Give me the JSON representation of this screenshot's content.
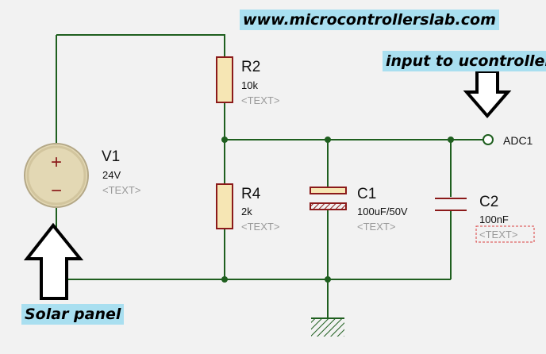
{
  "header": {
    "website": "www.microcontrollerslab.com"
  },
  "annotations": {
    "adc_input": "input to ucontroller",
    "source": "Solar panel"
  },
  "components": {
    "v1": {
      "name": "V1",
      "value": "24V",
      "text": "<TEXT>",
      "plus": "+",
      "minus": "−"
    },
    "r2": {
      "name": "R2",
      "value": "10k",
      "text": "<TEXT>"
    },
    "r4": {
      "name": "R4",
      "value": "2k",
      "text": "<TEXT>"
    },
    "c1": {
      "name": "C1",
      "value": "100uF/50V",
      "text": "<TEXT>"
    },
    "c2": {
      "name": "C2",
      "value": "100nF",
      "text": "<TEXT>"
    },
    "adc": {
      "label": "ADC1"
    }
  },
  "colors": {
    "wire": "#1f5f1f",
    "component": "#8b1a1a",
    "resistor_fill": "#f6e6b4",
    "source_fill": "#e3d8b4",
    "callout_bg": "#a9dff0",
    "placeholder": "#9a9a9a"
  },
  "icons": {
    "arrow_down": "hollow-down-arrow-icon",
    "arrow_up": "hollow-up-arrow-icon",
    "ground": "ground-symbol"
  }
}
